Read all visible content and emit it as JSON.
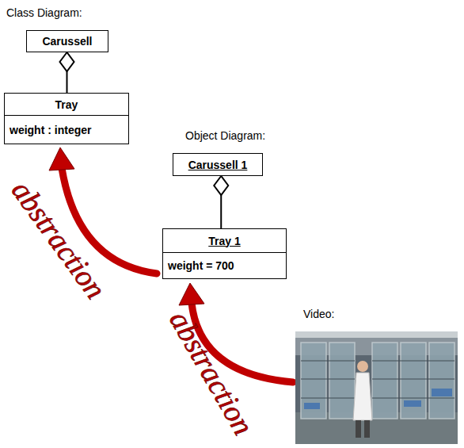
{
  "diagram": {
    "nodes": [
      {
        "text": [
          "Carussell"
        ]
      },
      {
        "text": [
          "Tray",
          "weight : integer"
        ]
      },
      {
        "text": [
          "Carussell 1"
        ]
      },
      {
        "text": [
          "Tray 1",
          "weight = 700"
        ]
      }
    ],
    "edges": [
      {
        "from": 1,
        "to": 0,
        "arrow": "to"
      },
      {
        "from": 3,
        "to": 2,
        "arrow": "to"
      }
    ],
    "labels": [
      "Class Diagram:",
      "Object Diagram:",
      "Video:",
      "abstraction",
      "abstraction"
    ]
  }
}
